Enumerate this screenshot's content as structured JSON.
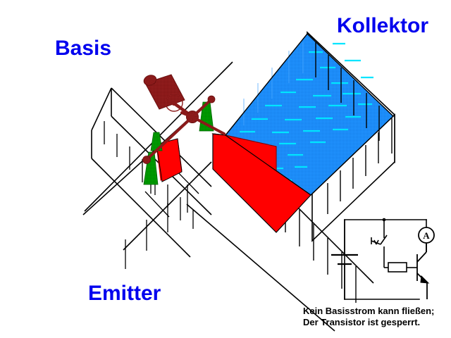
{
  "figure": {
    "title_visible": false,
    "language": "de",
    "subject": "Transistor Wasser-Analogie (gesperrt)"
  },
  "labels": {
    "basis": "Basis",
    "kollektor": "Kollektor",
    "emitter": "Emitter",
    "label_color": "#0000EE"
  },
  "caption": {
    "line1": "Kein Basisstrom kann fließen;",
    "line2": "Der Transistor ist gesperrt.",
    "color": "#000000"
  },
  "colors": {
    "water_blue": "#1E90FF",
    "water_highlight": "#00E5FF",
    "gate_red": "#FF0000",
    "valve_darkred": "#8B1A1A",
    "wedge_green": "#009900",
    "outline_black": "#000000",
    "background": "#FFFFFF"
  },
  "model": {
    "collector_channel": {
      "name": "Kollektor",
      "filled_with_water": true,
      "water_color": "#1E90FF",
      "blocked": true
    },
    "emitter_channel": {
      "name": "Emitter",
      "filled_with_water": false
    },
    "base_channel": {
      "name": "Basis",
      "filled_with_water": false
    },
    "gates": [
      {
        "name": "collector-gate",
        "state": "closed",
        "color": "#FF0000"
      },
      {
        "name": "base-gate",
        "state": "closed",
        "color": "#FF0000"
      }
    ],
    "valve": {
      "name": "base-valve-handle",
      "state": "closed",
      "handle_color": "#8B1A1A"
    },
    "wedges": [
      {
        "name": "wedge-left",
        "color": "#009900"
      },
      {
        "name": "wedge-middle",
        "color": "#009900"
      },
      {
        "name": "wedge-right",
        "color": "#009900"
      }
    ]
  },
  "circuit": {
    "components": [
      {
        "name": "battery",
        "symbol": "battery",
        "label": ""
      },
      {
        "name": "switch",
        "symbol": "switch",
        "state": "open",
        "label": ""
      },
      {
        "name": "resistor",
        "symbol": "resistor",
        "label": ""
      },
      {
        "name": "transistor",
        "symbol": "npn-transistor",
        "label": ""
      },
      {
        "name": "ammeter",
        "symbol": "ammeter",
        "label": "A"
      }
    ],
    "ammeter_label": "A"
  }
}
